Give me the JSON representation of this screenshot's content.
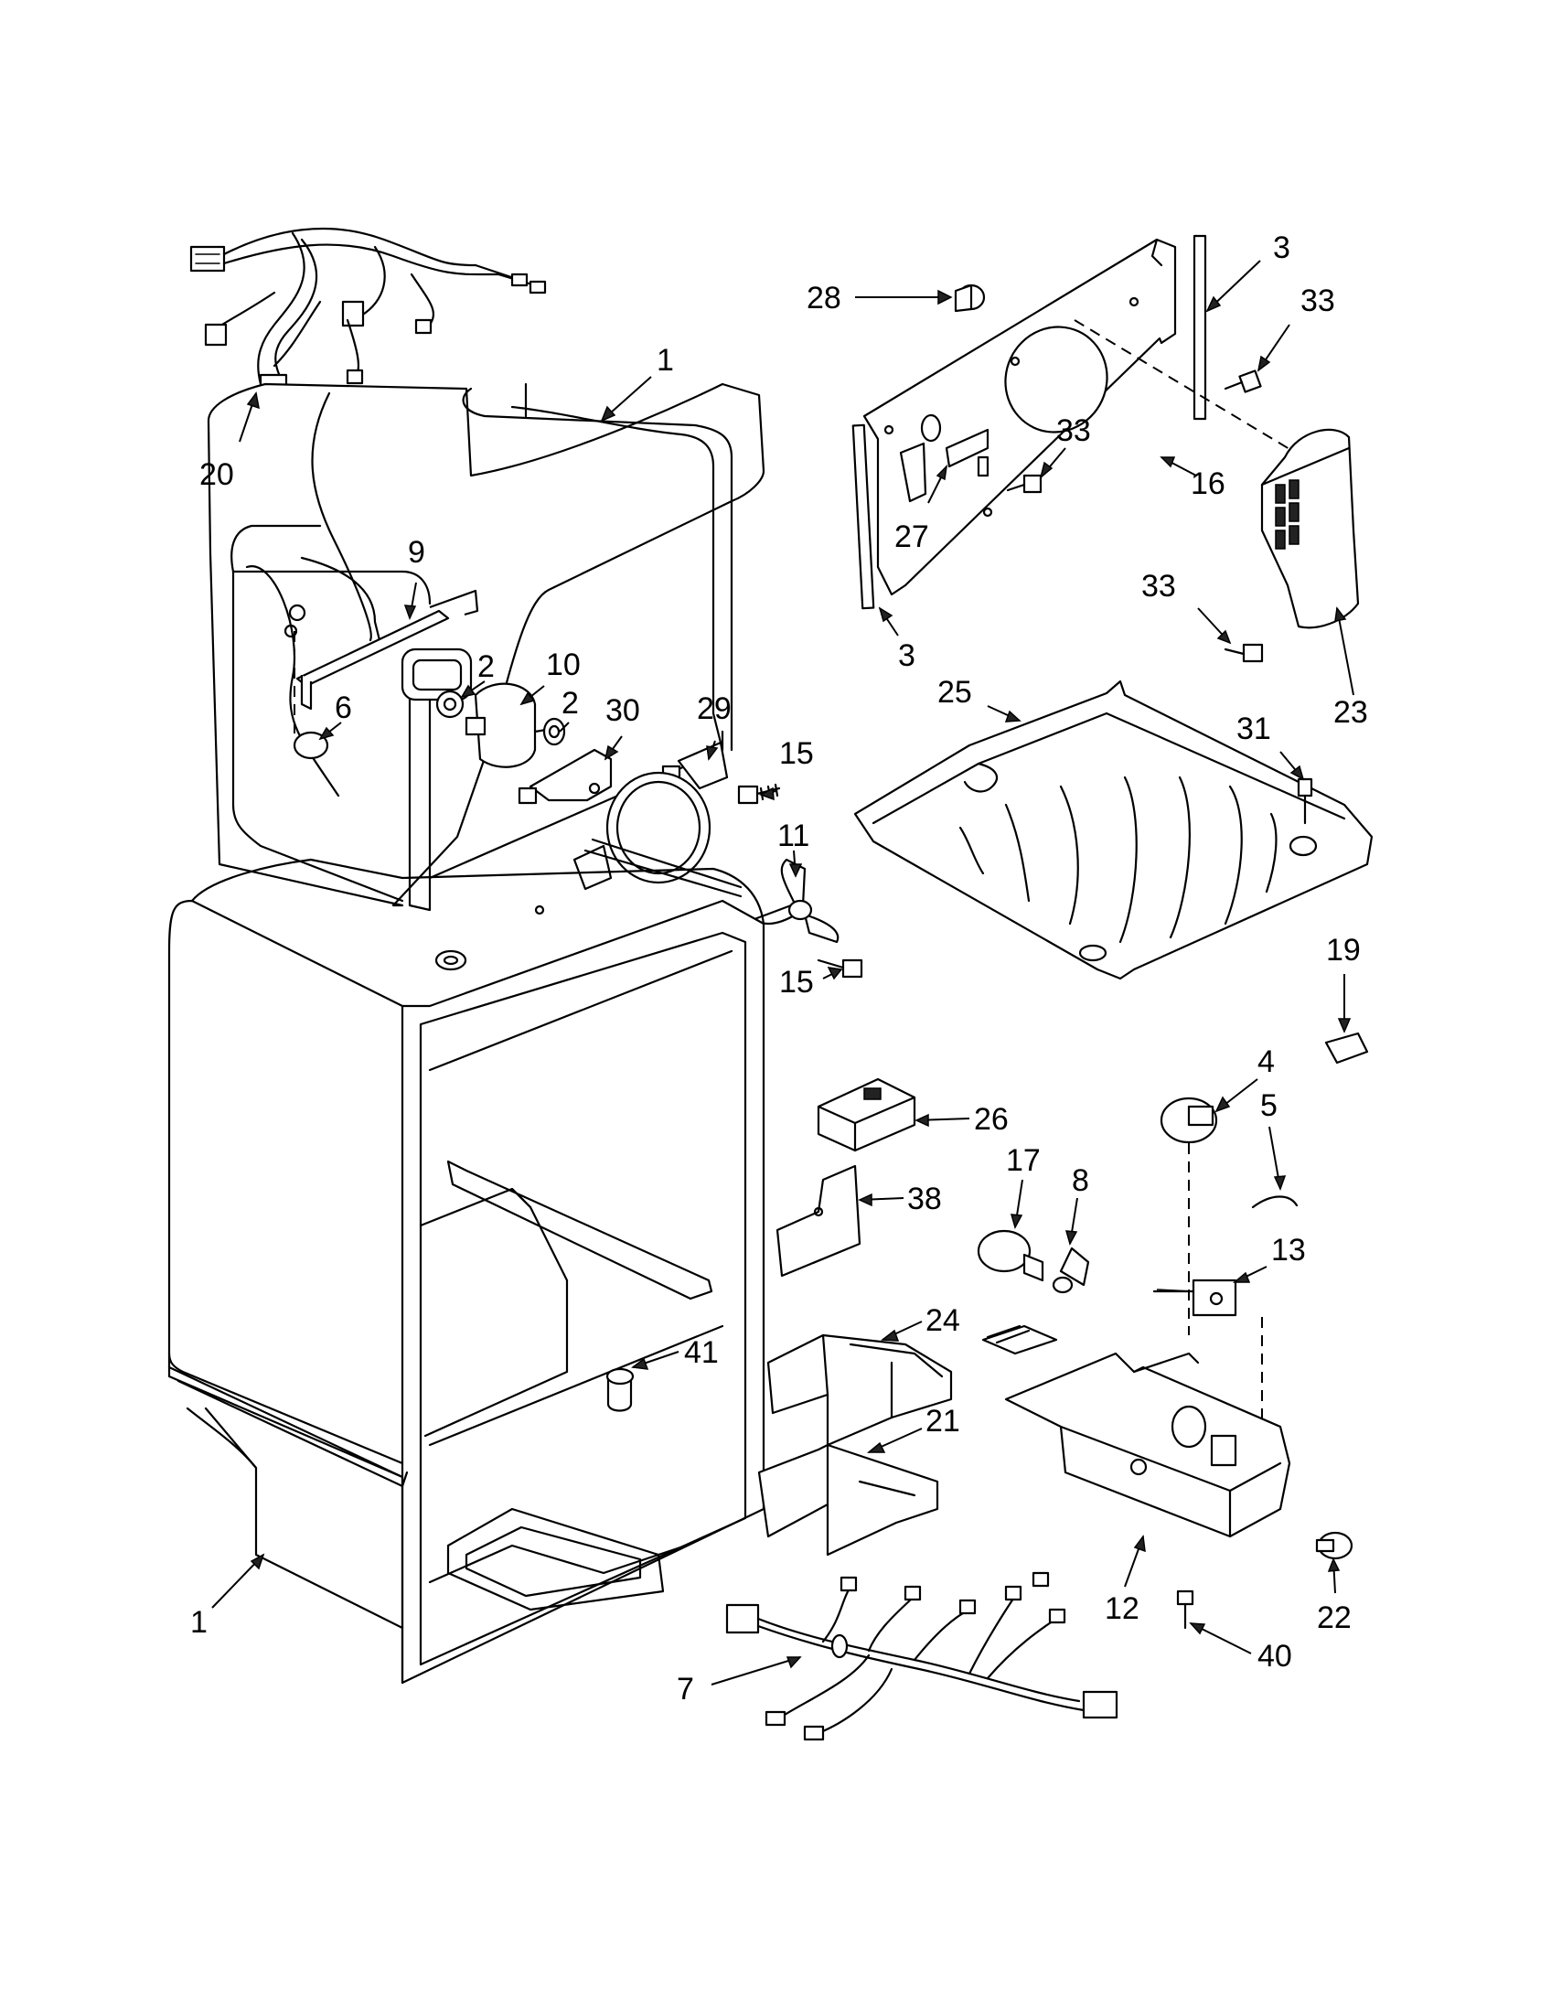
{
  "callouts": [
    {
      "id": "c20",
      "label": "20"
    },
    {
      "id": "c1-top",
      "label": "1"
    },
    {
      "id": "c9",
      "label": "9"
    },
    {
      "id": "c2-a",
      "label": "2"
    },
    {
      "id": "c10",
      "label": "10"
    },
    {
      "id": "c6",
      "label": "6"
    },
    {
      "id": "c2-b",
      "label": "2"
    },
    {
      "id": "c30",
      "label": "30"
    },
    {
      "id": "c29",
      "label": "29"
    },
    {
      "id": "c15-a",
      "label": "15"
    },
    {
      "id": "c11",
      "label": "11"
    },
    {
      "id": "c15-b",
      "label": "15"
    },
    {
      "id": "c28",
      "label": "28"
    },
    {
      "id": "c3-top",
      "label": "3"
    },
    {
      "id": "c33-a",
      "label": "33"
    },
    {
      "id": "c33-b",
      "label": "33"
    },
    {
      "id": "c27",
      "label": "27"
    },
    {
      "id": "c16",
      "label": "16"
    },
    {
      "id": "c33-c",
      "label": "33"
    },
    {
      "id": "c3-bottom",
      "label": "3"
    },
    {
      "id": "c23",
      "label": "23"
    },
    {
      "id": "c25",
      "label": "25"
    },
    {
      "id": "c31",
      "label": "31"
    },
    {
      "id": "c19",
      "label": "19"
    },
    {
      "id": "c4",
      "label": "4"
    },
    {
      "id": "c5",
      "label": "5"
    },
    {
      "id": "c26",
      "label": "26"
    },
    {
      "id": "c17",
      "label": "17"
    },
    {
      "id": "c8",
      "label": "8"
    },
    {
      "id": "c38",
      "label": "38"
    },
    {
      "id": "c13",
      "label": "13"
    },
    {
      "id": "c24",
      "label": "24"
    },
    {
      "id": "c41",
      "label": "41"
    },
    {
      "id": "c21",
      "label": "21"
    },
    {
      "id": "c12",
      "label": "12"
    },
    {
      "id": "c22",
      "label": "22"
    },
    {
      "id": "c1-bottom",
      "label": "1"
    },
    {
      "id": "c7",
      "label": "7"
    },
    {
      "id": "c40",
      "label": "40"
    }
  ]
}
